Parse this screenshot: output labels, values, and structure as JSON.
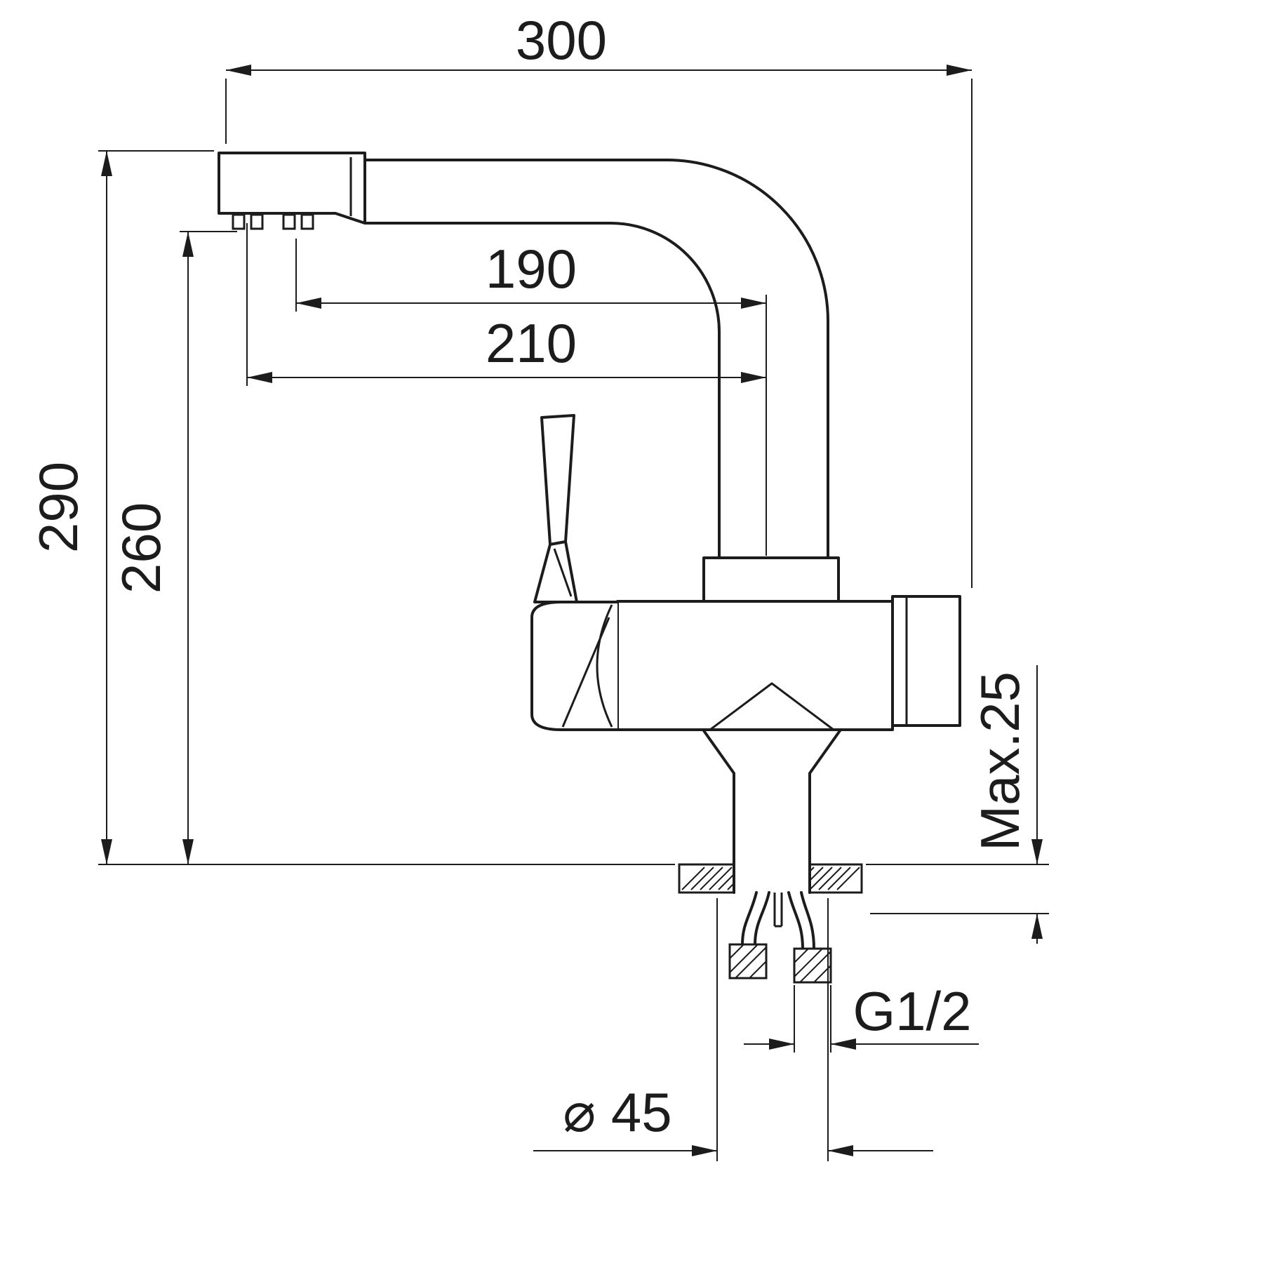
{
  "drawing": {
    "background": "#ffffff",
    "ink": "#1c1c1c",
    "labels": {
      "overall_width": "300",
      "overall_height": "290",
      "spout_height": "260",
      "spout_reach_inner": "190",
      "spout_reach_outer": "210",
      "max_mounting_thickness": "Max.25",
      "supply_thread": "G1/2",
      "mounting_hole_diameter": "⌀ 45"
    }
  }
}
